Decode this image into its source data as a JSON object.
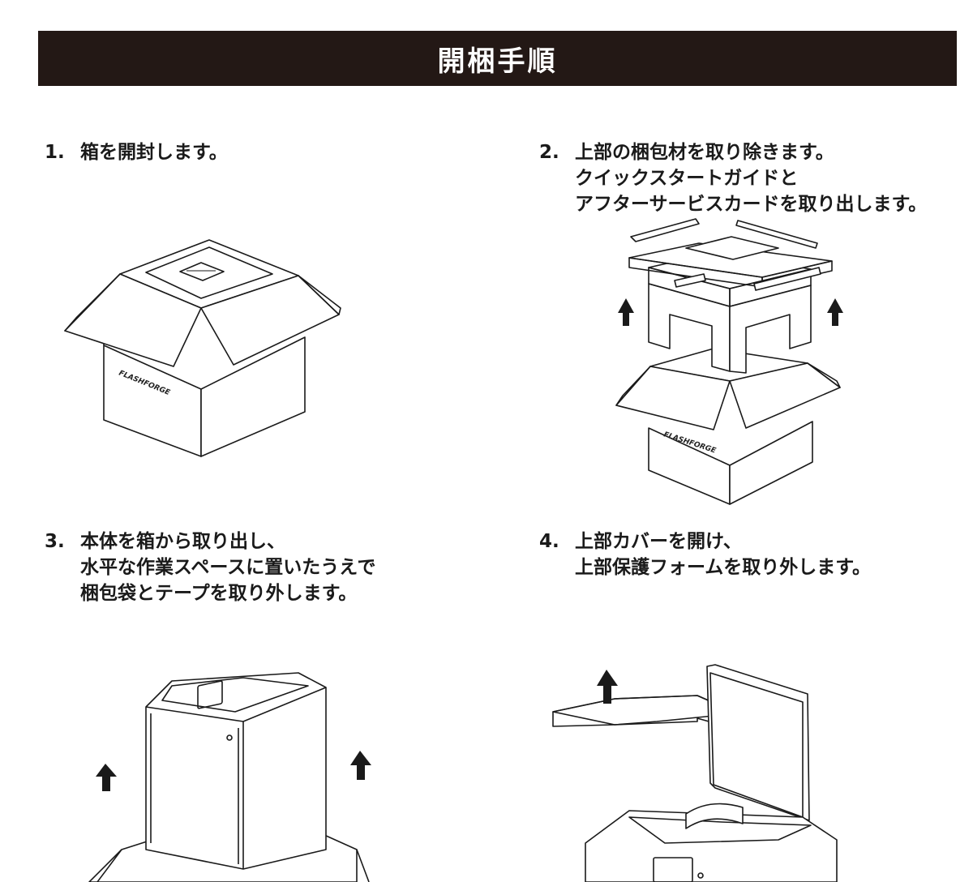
{
  "page_title": "開梱手順",
  "steps": [
    {
      "number": "1.",
      "lines": [
        "箱を開封します。"
      ]
    },
    {
      "number": "2.",
      "lines": [
        "上部の梱包材を取り除きます。",
        "クイックスタートガイドと",
        "アフターサービスカードを取り出します。"
      ]
    },
    {
      "number": "3.",
      "lines": [
        "本体を箱から取り出し、",
        "水平な作業スペースに置いたうえで",
        "梱包袋とテープを取り外します。"
      ]
    },
    {
      "number": "4.",
      "lines": [
        "上部カバーを開け、",
        "上部保護フォームを取り外します。"
      ]
    }
  ],
  "brand_label": "FLASHFORGE",
  "colors": {
    "title_bg": "#231815",
    "title_text": "#ffffff",
    "line": "#1a1a1a"
  }
}
